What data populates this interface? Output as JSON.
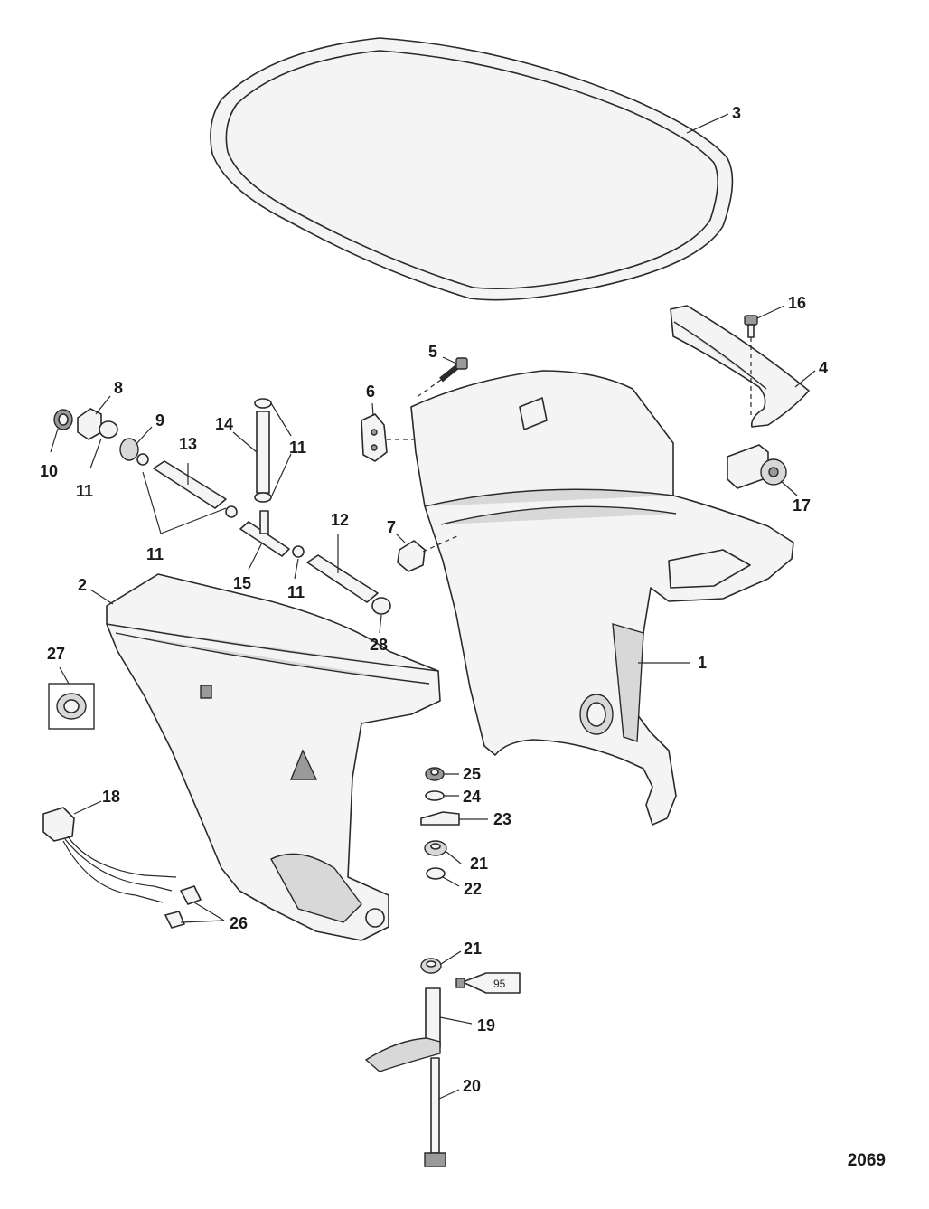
{
  "callouts": {
    "c1": "1",
    "c2": "2",
    "c3": "3",
    "c4": "4",
    "c5": "5",
    "c6": "6",
    "c7": "7",
    "c8": "8",
    "c9": "9",
    "c10": "10",
    "c11a": "11",
    "c11b": "11",
    "c11c": "11",
    "c11d": "11",
    "c12": "12",
    "c13": "13",
    "c14": "14",
    "c15": "15",
    "c16": "16",
    "c17": "17",
    "c18": "18",
    "c19": "19",
    "c20": "20",
    "c21a": "21",
    "c21b": "21",
    "c22": "22",
    "c23": "23",
    "c24": "24",
    "c25": "25",
    "c26": "26",
    "c27": "27",
    "c28": "28"
  },
  "tube_label": "95",
  "figure_number": "2069"
}
